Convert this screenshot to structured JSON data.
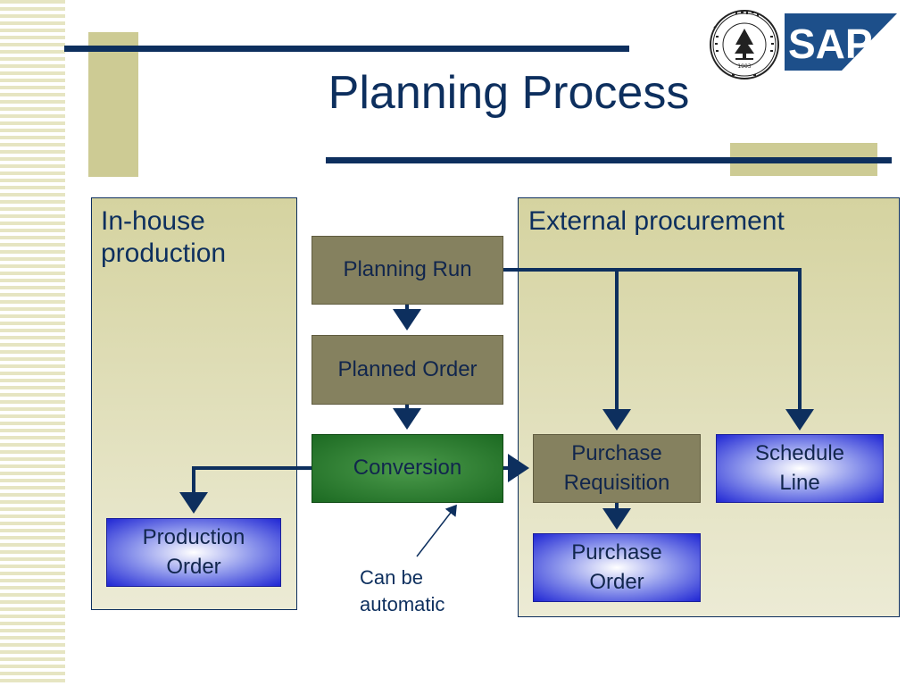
{
  "slide": {
    "title": "Planning Process"
  },
  "panels": {
    "in_house": "In-house\nproduction",
    "external": "External procurement"
  },
  "nodes": {
    "planning_run": "Planning Run",
    "planned_order": "Planned Order",
    "conversion": "Conversion",
    "production_order": "Production Order",
    "purchase_requisition": "Purchase Requisition",
    "schedule_line": "Schedule Line",
    "purchase_order": "Purchase Order"
  },
  "annotation": {
    "conversion_note": "Can be automatic"
  },
  "logos": {
    "seal": "university-seal-logo",
    "seal_year": "1903",
    "sap": "SAP"
  },
  "colors": {
    "navy": "#0d2f5e",
    "olive_box": "#85815f",
    "green_box": "#1c6a22",
    "blue_box": "#2027d4",
    "panel_tan": "#d5d3a0"
  }
}
